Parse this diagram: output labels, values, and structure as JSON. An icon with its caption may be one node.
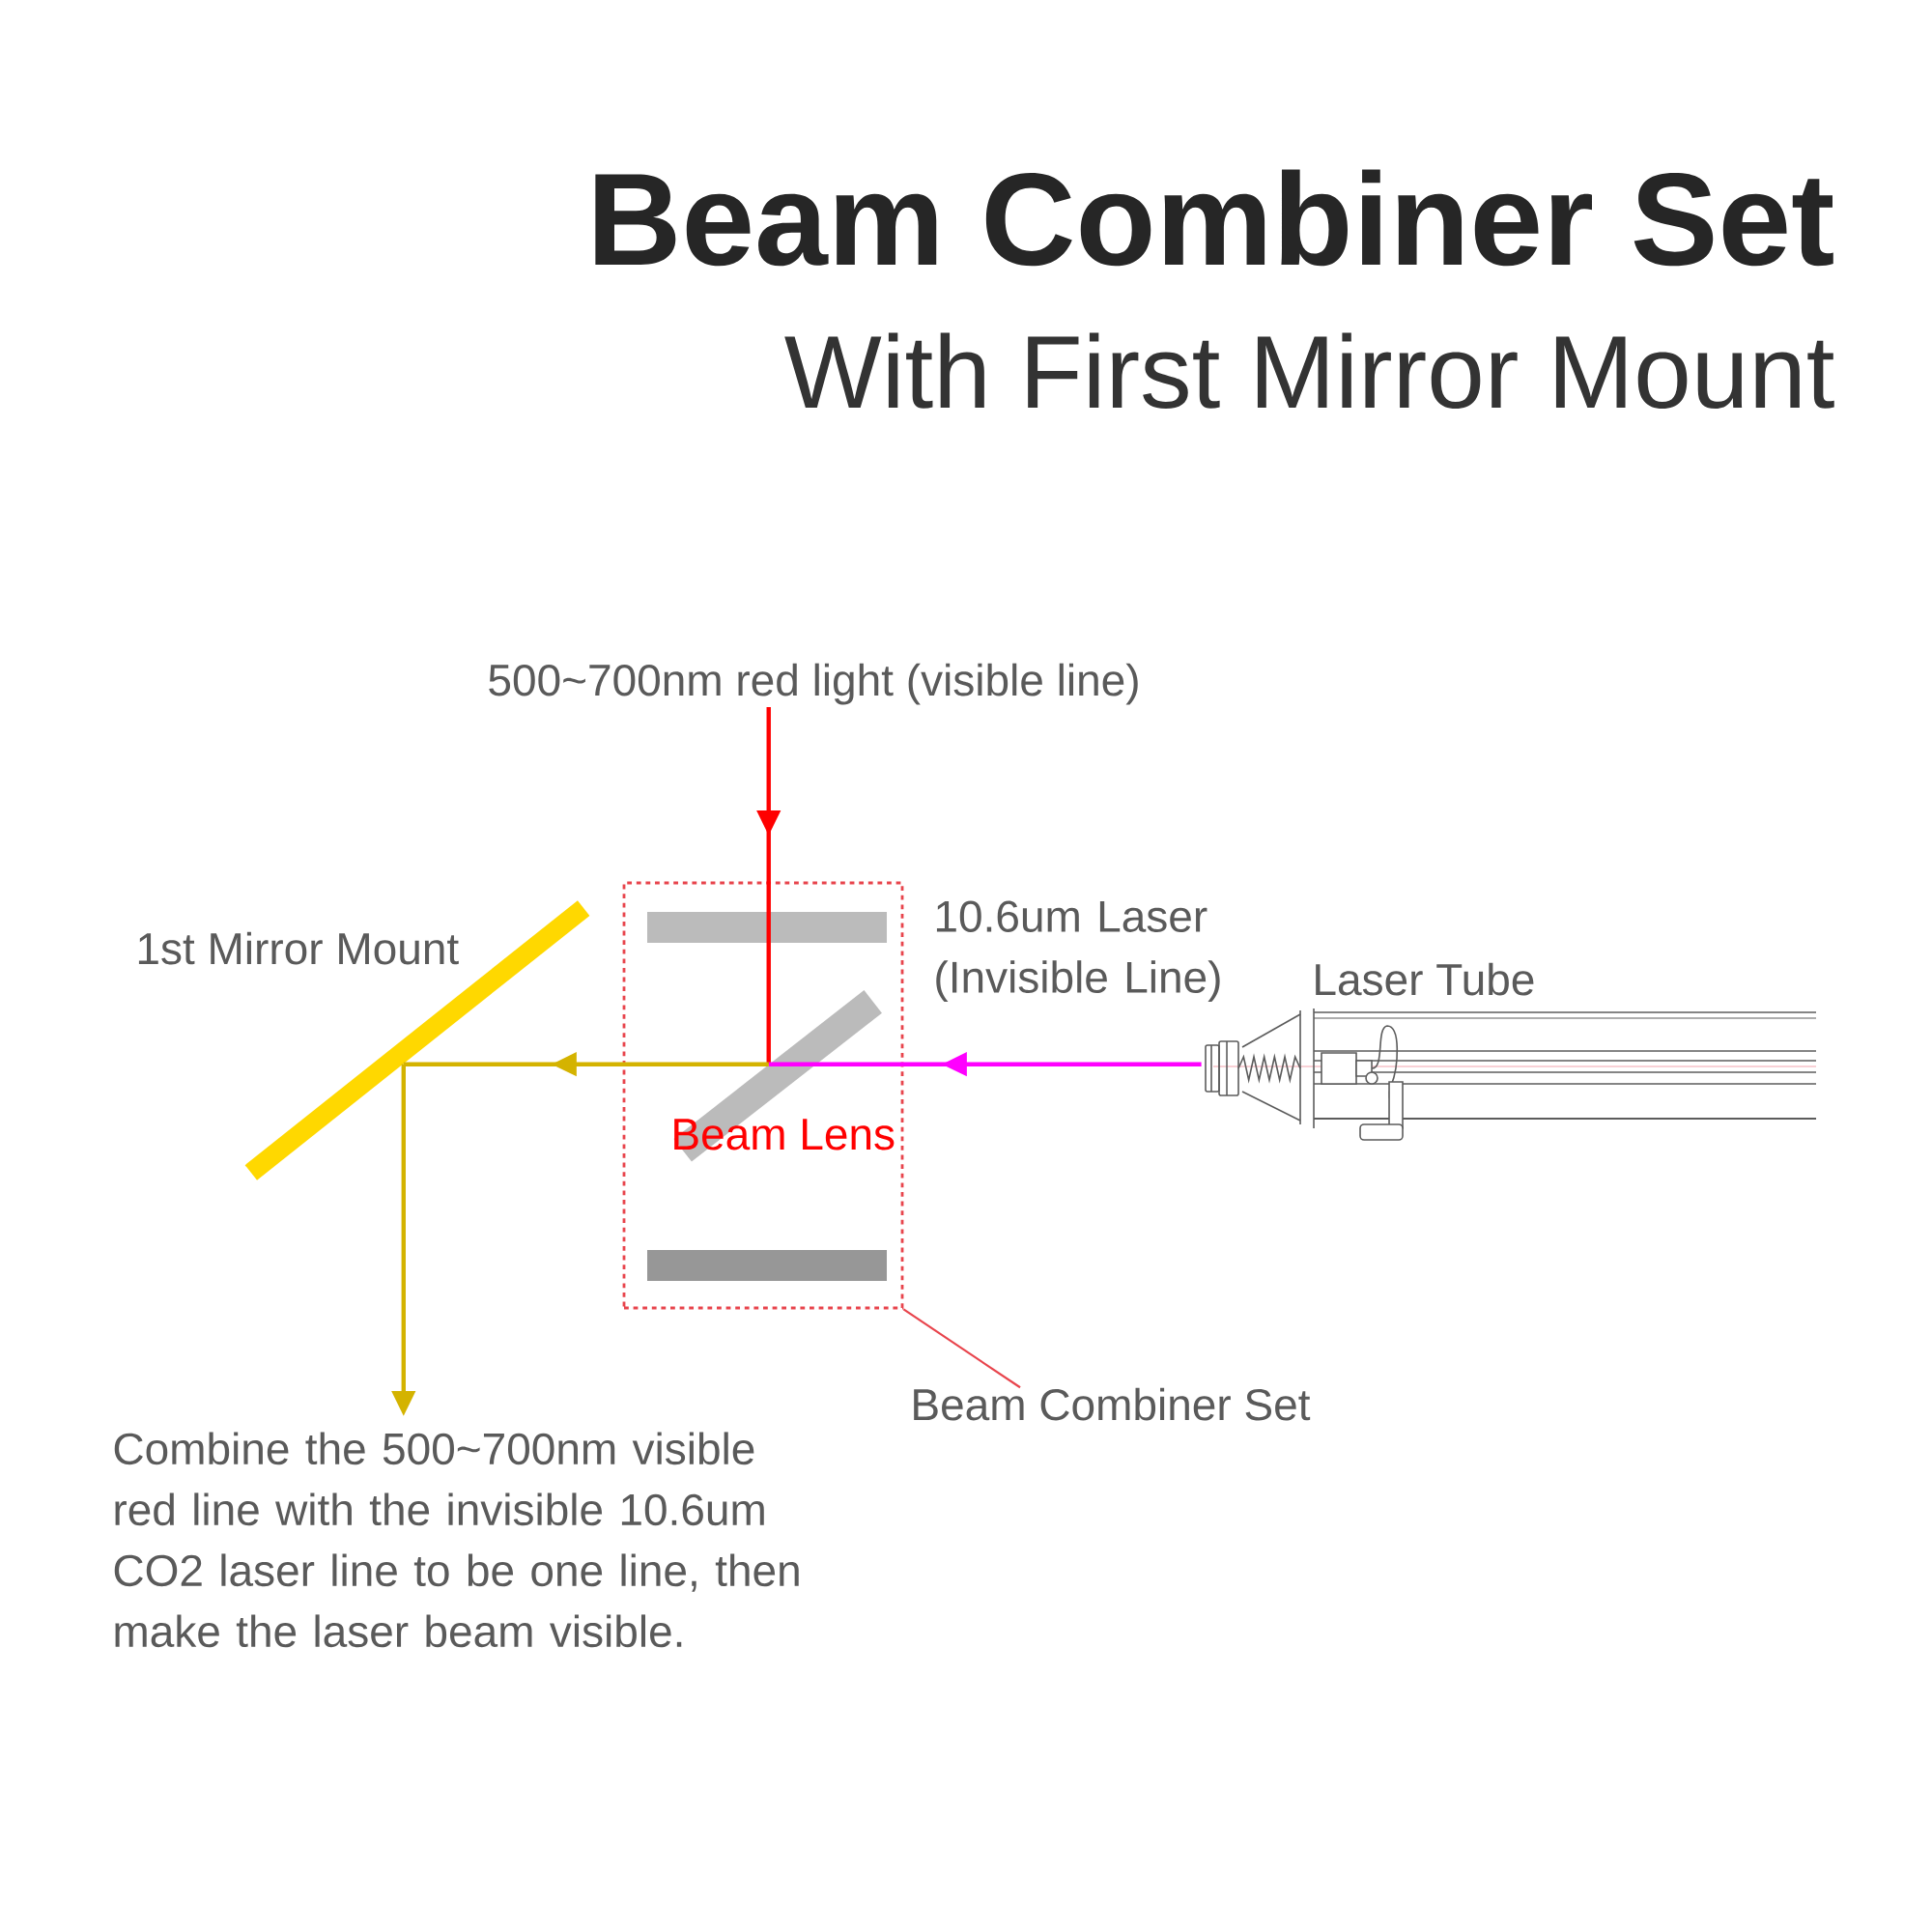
{
  "diagram": {
    "title": "Beam Combiner Set",
    "nodes": [
      {
        "text": [
          "500~700nm red light (visible line)"
        ]
      },
      {
        "text": [],
        "shape": "bar",
        "beside": [
          "1st Mirror Mount"
        ]
      },
      {
        "text": [],
        "shape": "box"
      },
      {
        "text": [],
        "shape": "bar",
        "in": 2,
        "beside": [
          "Beam Lens"
        ]
      },
      {
        "text": [],
        "shape": "picture",
        "beside": [
          "Laser Tube"
        ]
      },
      {
        "text": [
          "Beam Combiner Set"
        ]
      },
      {
        "text": [
          "Combine the 500~700nm visible red line with the invisible 10.6um CO2 laser line to be one line, then make the laser beam visible."
        ]
      }
    ],
    "edges": [
      {
        "from": 0,
        "to": 3,
        "arrow": "to",
        "color": "#ff0000"
      },
      {
        "from": 4,
        "to": 3,
        "arrow": "to",
        "color": "#ff00ff",
        "label": "10.6um Laser (Invisible Line)"
      },
      {
        "from": 3,
        "to": 1,
        "arrow": "to",
        "color": "#d4b300"
      },
      {
        "from": 1,
        "to": 6,
        "arrow": "to",
        "color": "#d4b300"
      },
      {
        "from": 5,
        "to": 2,
        "arrow": "none",
        "color": "#e8444c"
      }
    ],
    "labels": [
      "With First Mirror Mount"
    ]
  }
}
